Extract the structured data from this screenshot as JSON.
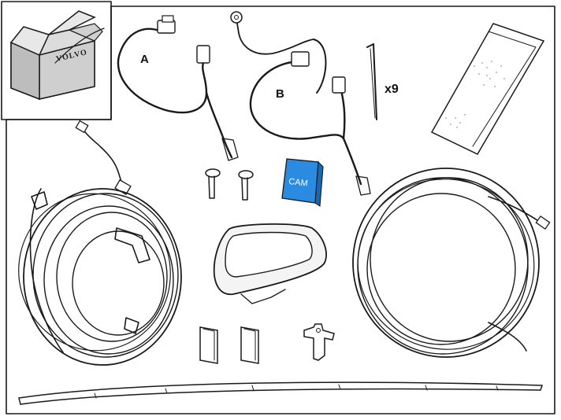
{
  "labels": {
    "harness_a": "A",
    "harness_b": "B",
    "tie_count": "x9"
  },
  "box": {
    "brand": "VOLVO"
  },
  "camera_module": {
    "text": "CAM",
    "color": "#2a8be0"
  },
  "colors": {
    "line": "#1a1a1a",
    "background": "#ffffff",
    "box_fill": "#dcdcdc"
  }
}
